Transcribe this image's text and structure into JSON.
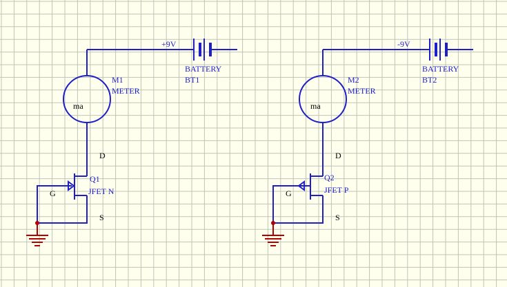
{
  "colors": {
    "background": "#ffffee",
    "grid": "#bfc3b7",
    "wire": "#1f1fc8",
    "text": "#1f1fc8",
    "label": "#000000",
    "ground": "#b00000"
  },
  "circuit_left": {
    "battery_voltage": "+9V",
    "battery_type": "BATTERY",
    "battery_ref": "BT1",
    "meter_ref": "M1",
    "meter_type": "METER",
    "meter_unit": "ma",
    "drain_label": "D",
    "gate_label": "G",
    "source_label": "S",
    "transistor_ref": "Q1",
    "transistor_type": "JFET N"
  },
  "circuit_right": {
    "battery_voltage": "-9V",
    "battery_type": "BATTERY",
    "battery_ref": "BT2",
    "meter_ref": "M2",
    "meter_type": "METER",
    "meter_unit": "ma",
    "drain_label": "D",
    "gate_label": "G",
    "source_label": "S",
    "transistor_ref": "Q2",
    "transistor_type": "JFET P"
  }
}
